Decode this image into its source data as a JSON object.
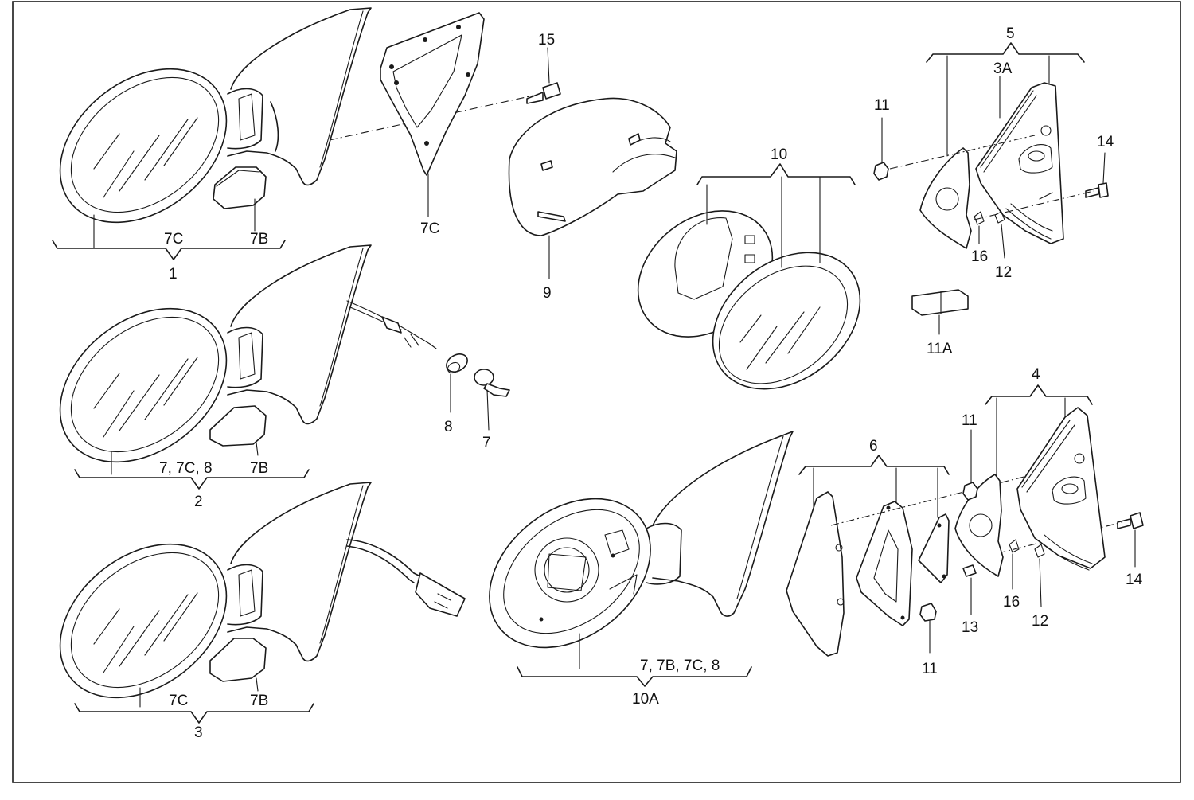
{
  "diagram": {
    "callouts": {
      "c1": "1",
      "c2": "2",
      "c3": "3",
      "c4": "4",
      "c5": "5",
      "c6": "6",
      "c7": "7",
      "c8": "8",
      "c9": "9",
      "c10": "10",
      "c10a": "10A",
      "c11_top": "11",
      "c11_mid": "11",
      "c11_bot": "11",
      "c11a": "11A",
      "c12_top": "12",
      "c12_bot": "12",
      "c13": "13",
      "c14_top": "14",
      "c14_bot": "14",
      "c15": "15",
      "c16_top": "16",
      "c16_bot": "16",
      "c3a": "3A",
      "c7c_plate": "7C"
    },
    "group_notes": {
      "g1_left": "7C",
      "g1_right": "7B",
      "g2_left": "7, 7C, 8",
      "g2_right": "7B",
      "g3_left": "7C",
      "g3_right": "7B",
      "g10a": "7, 7B, 7C, 8"
    }
  }
}
